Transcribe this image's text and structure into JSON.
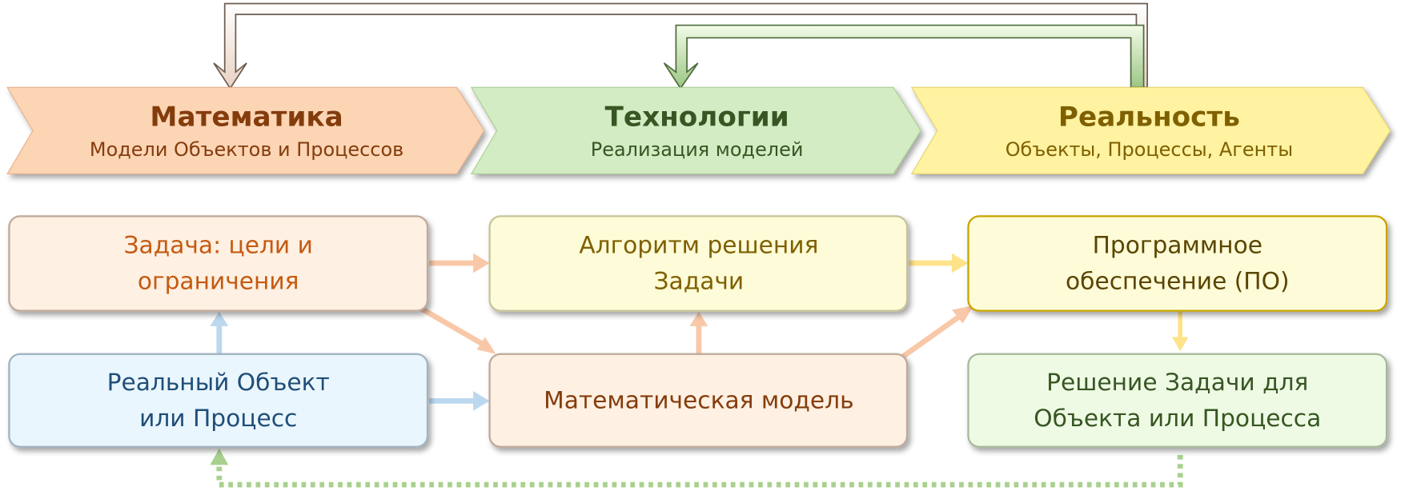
{
  "stages": [
    {
      "title": "Математика",
      "subtitle": "Модели Объектов и Процессов",
      "color": "#fcd5b5",
      "text_color": "#843c0c"
    },
    {
      "title": "Технологии",
      "subtitle": "Реализация моделей",
      "color": "#d3ecc3",
      "text_color": "#375623"
    },
    {
      "title": "Реальность",
      "subtitle": "Объекты, Процессы, Агенты",
      "color": "#fff2a0",
      "text_color": "#7f6000"
    }
  ],
  "boxes": {
    "task": {
      "line1": "Задача: цели и",
      "line2": "ограничения",
      "color": "#fef0e2",
      "text_color": "#c55a11"
    },
    "algorithm": {
      "line1": "Алгоритм решения",
      "line2": "Задачи",
      "color": "#fefcd8",
      "text_color": "#7f6000"
    },
    "software": {
      "line1": "Программное",
      "line2": "обеспечение (ПО)",
      "color": "#fefcd8",
      "text_color": "#7f6000"
    },
    "real_object": {
      "line1": "Реальный Объект",
      "line2": "или Процесс",
      "color": "#eaf6fd",
      "text_color": "#1f4e79"
    },
    "math_model": {
      "line1": "Математическая модель",
      "color": "#fef0e2",
      "text_color": "#843c0c"
    },
    "solution": {
      "line1": "Решение Задачи для",
      "line2": "Объекта или Процесса",
      "color": "#eefae4",
      "text_color": "#375623"
    }
  }
}
